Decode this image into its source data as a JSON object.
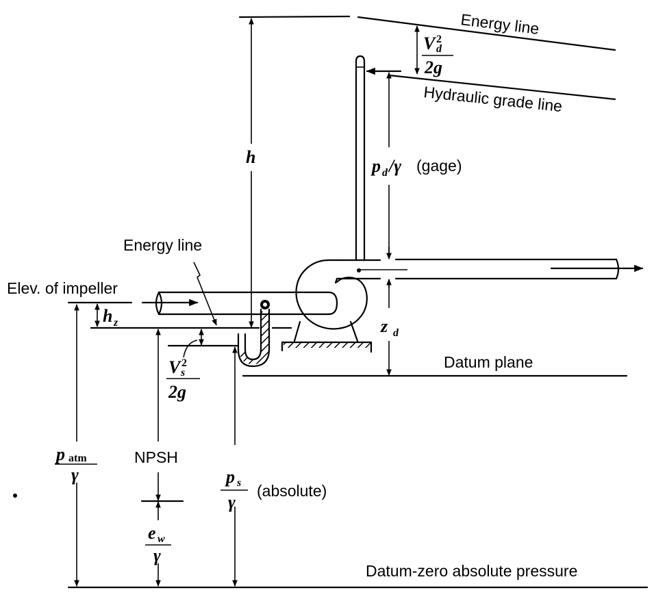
{
  "figure": {
    "type": "pump suction/discharge energy diagram (NPSH)",
    "labels": {
      "energy_line_top": "Energy line",
      "hydraulic_grade_line": "Hydraulic grade line",
      "discharge_velocity_head_num": "V",
      "discharge_velocity_head_sub": "d",
      "discharge_velocity_head_sup": "2",
      "discharge_velocity_head_den": "2g",
      "total_head": "h",
      "discharge_pressure_head": "p",
      "discharge_pressure_head_sub": "d",
      "discharge_pressure_head_rest": "/γ",
      "discharge_pressure_note": "(gage)",
      "energy_line_suction": "Energy line",
      "elev_impeller": "Elev. of impeller",
      "hz": "h",
      "hz_sub": "z",
      "zd": "z",
      "zd_sub": "d",
      "datum_plane": "Datum plane",
      "suction_velocity_head_num": "V",
      "suction_velocity_head_sub": "s",
      "suction_velocity_head_sup": "2",
      "suction_velocity_head_den": "2g",
      "patm_num": "p",
      "patm_sub": "atm",
      "patm_den": "γ",
      "npsh": "NPSH",
      "ps_num": "p",
      "ps_sub": "s",
      "ps_den": "γ",
      "ps_note": "(absolute)",
      "ew_num": "e",
      "ew_sub": "w",
      "ew_den": "γ",
      "datum_zero": "Datum-zero absolute pressure"
    },
    "components": [
      "suction pipe",
      "centrifugal pump",
      "discharge pipe",
      "piezometer tube",
      "U-tube manometer",
      "pump base"
    ],
    "flow_direction": "left-to-right"
  }
}
